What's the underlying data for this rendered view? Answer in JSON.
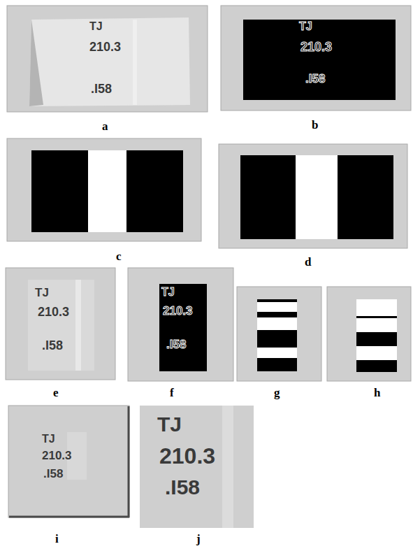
{
  "diagram": {
    "labels": [
      "TJ",
      "210.3",
      ".I58",
      "a",
      "TJ",
      "210.3",
      ".I58",
      "b",
      "c",
      "d",
      "TJ",
      "210.3",
      ".I58",
      "TJ",
      "210.3",
      ".I58",
      "e",
      "f",
      "g",
      "h",
      "TJ",
      "210.3",
      ".I58",
      "i",
      "TJ",
      "210.3",
      ".I58",
      "j"
    ]
  }
}
